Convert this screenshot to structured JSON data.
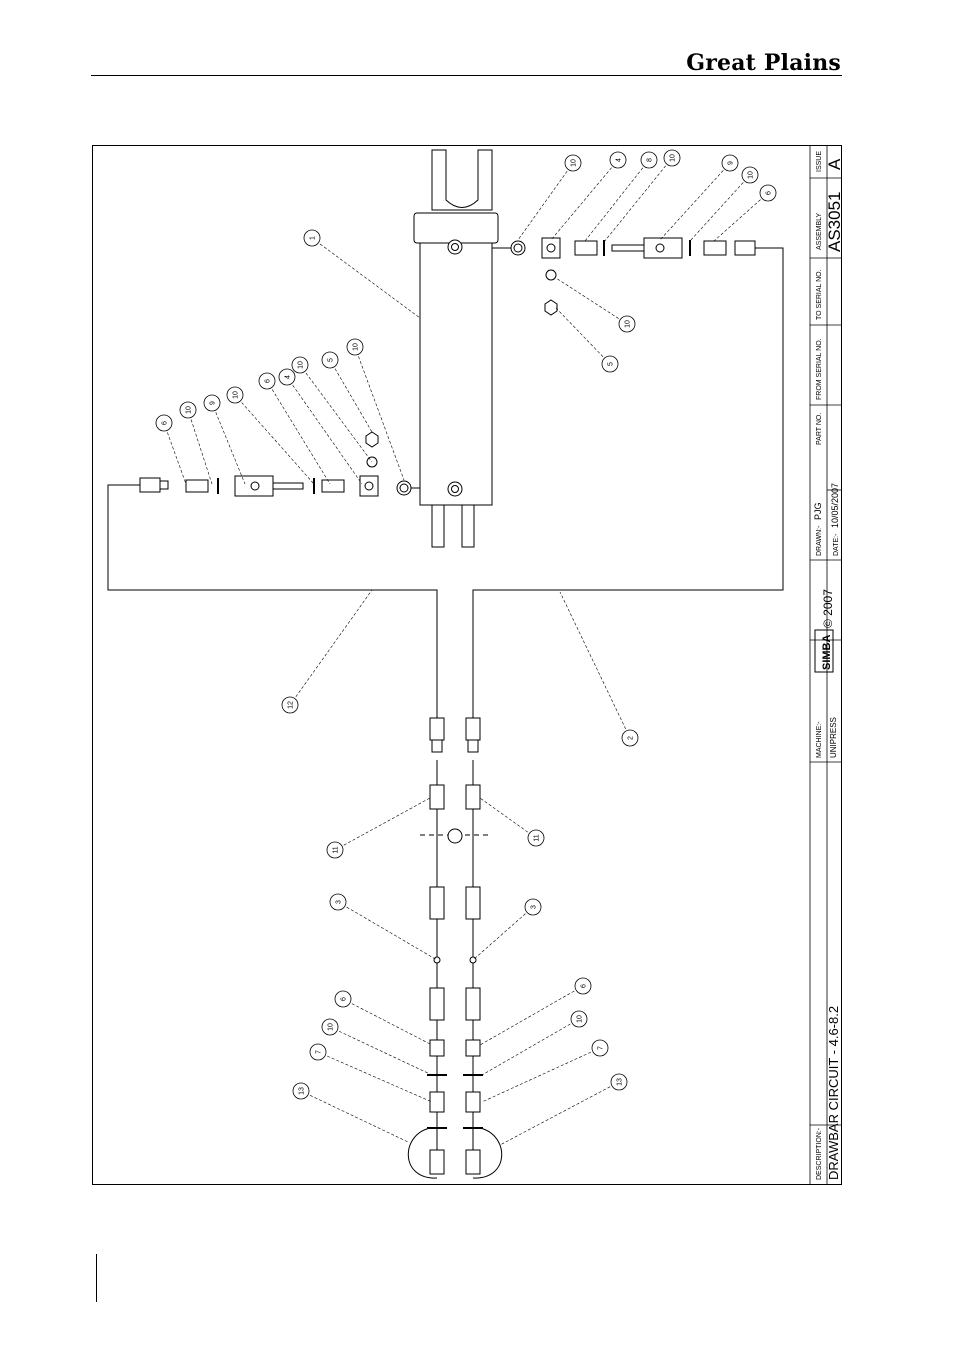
{
  "header": {
    "brand": "Great Plains"
  },
  "title_block": {
    "description_label": "DESCRIPTION:-",
    "description": "DRAWBAR CIRCUIT - 4.6-8.2",
    "machine_label": "MACHINE:-",
    "machine": "UNIPRESS",
    "logo_text": "SIMBA",
    "copyright": "© 2007",
    "drawn_label": "DRAWN:-",
    "drawn": "PJG",
    "date_label": "DATE:-",
    "date": "10/05/2007",
    "part_no_label": "PART NO.",
    "from_serial_label": "FROM SERIAL NO.",
    "to_serial_label": "TO SERIAL NO.",
    "assembly_label": "ASSEMBLY",
    "assembly": "AS3051",
    "issue_label": "ISSUE",
    "issue": "A"
  },
  "balloons": {
    "b1": "1",
    "b2": "2",
    "b3a": "3",
    "b3b": "3",
    "b4a": "4",
    "b4b": "4",
    "b5a": "5",
    "b5b": "5",
    "b6a": "6",
    "b6b": "6",
    "b6c": "6",
    "b6d": "6",
    "b7a": "7",
    "b7b": "7",
    "b9a": "9",
    "b9b": "9",
    "b10a": "10",
    "b10b": "10",
    "b10c": "10",
    "b10d": "10",
    "b10e": "10",
    "b10f": "10",
    "b10g": "10",
    "b10h": "10",
    "b10i": "10",
    "b10j": "10",
    "b11a": "11",
    "b11b": "11",
    "b12": "12",
    "b13a": "13",
    "b13b": "13"
  }
}
